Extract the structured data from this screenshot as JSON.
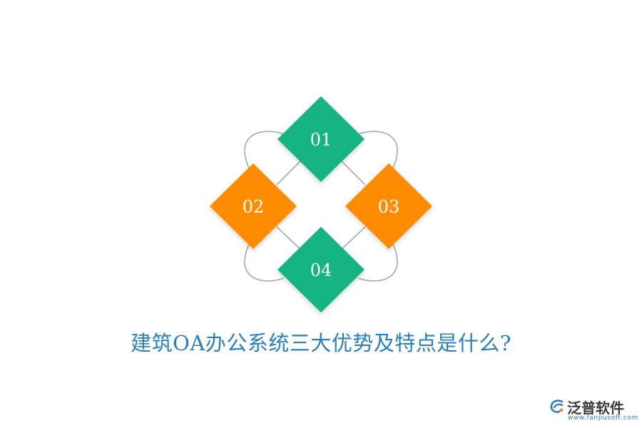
{
  "diagram": {
    "nodes": [
      {
        "id": "01",
        "label": "01",
        "color": "#14b383"
      },
      {
        "id": "02",
        "label": "02",
        "color": "#ff8c00"
      },
      {
        "id": "03",
        "label": "03",
        "color": "#ff8c00"
      },
      {
        "id": "04",
        "label": "04",
        "color": "#14b383"
      }
    ],
    "connector_color": "#a8a8a8"
  },
  "title": "建筑OA办公系统三大优势及特点是什么?",
  "logo": {
    "name": "泛普软件",
    "url": "www.fanpusoft.com",
    "brand_color": "#2a7fbf",
    "accent_color": "#f08a24"
  }
}
